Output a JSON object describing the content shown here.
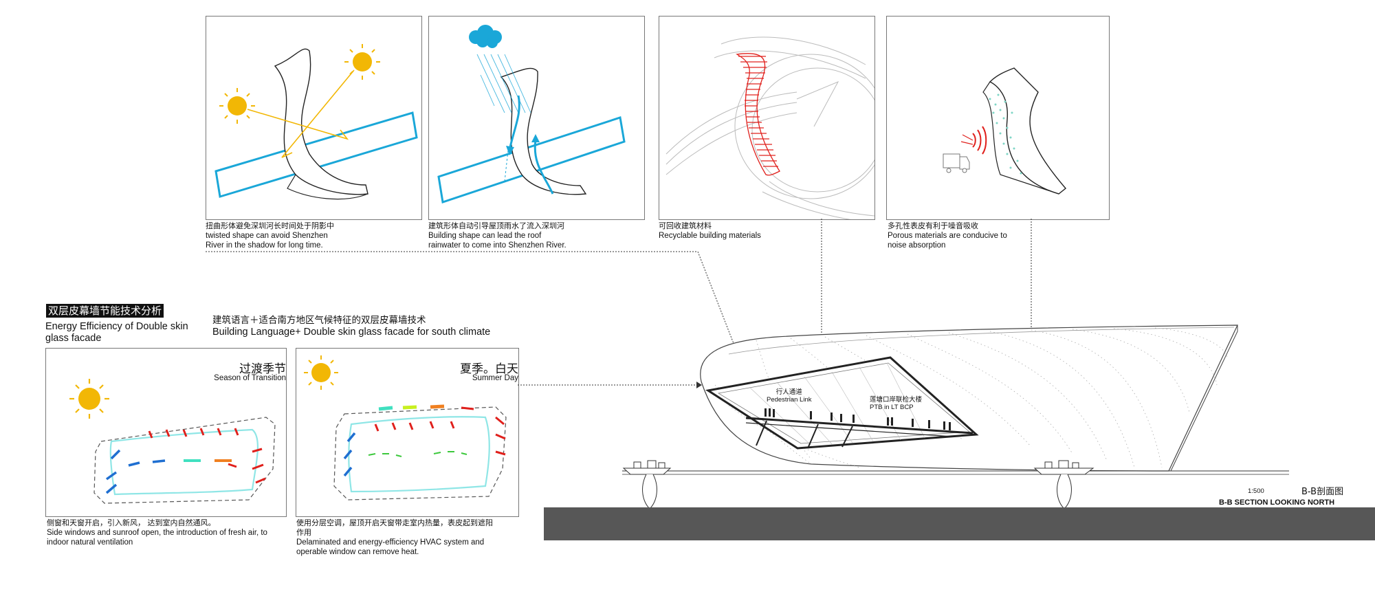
{
  "top_panels": [
    {
      "cn": "扭曲形体避免深圳河长时间处于阴影中",
      "en1": "twisted shape can avoid Shenzhen",
      "en2": "River in the shadow for long time."
    },
    {
      "cn": "建筑形体自动引导屋顶雨水了流入深圳河",
      "en1": "Building shape can lead the roof",
      "en2": "rainwater to come into Shenzhen River."
    },
    {
      "cn": "可回收建筑材料",
      "en1": "Recyclable building materials",
      "en2": ""
    },
    {
      "cn": "多孔性表皮有利于噪音吸收",
      "en1": "Porous materials are conducive to",
      "en2": "noise absorption"
    }
  ],
  "left_section": {
    "title_cn": "双层皮幕墙节能技术分析",
    "title_en1": "Energy Efficiency of Double skin",
    "title_en2": "glass facade",
    "subtitle_cn": "建筑语言＋适合南方地区气候特征的双层皮幕墙技术",
    "subtitle_en": "Building Language+ Double skin glass facade for south climate"
  },
  "season_panels": [
    {
      "cn": "过渡季节",
      "en": "Season of Transition",
      "cap_cn": "侧窗和天窗开启，引入新风， 达到室内自然通风。",
      "cap_en1": "Side windows and sunroof open, the introduction of fresh air, to",
      "cap_en2": "indoor natural ventilation",
      "cap_en3": ""
    },
    {
      "cn": "夏季。白天",
      "en": "Summer Day",
      "cap_cn": "使用分层空调，屋顶开启天窗带走室内热量，表皮起到遮阳",
      "cap_cn2": "作用",
      "cap_en1": "Delaminated and energy-efficiency HVAC system and",
      "cap_en2": "operable window can remove heat."
    }
  ],
  "section": {
    "label_pedestrian_cn": "行人通道",
    "label_pedestrian_en": "Pedestrian Link",
    "label_ptb_cn": "莲塘口岸联检大楼",
    "label_ptb_en": "PTB in LT BCP",
    "scale": "1:500",
    "title_cn": "B-B剖面图",
    "title_en": "B-B SECTION LOOKING NORTH"
  },
  "colors": {
    "sun": "#f2b705",
    "cyan": "#1aa7d8",
    "red": "#e0201c",
    "blue_arrow": "#1f6fd1",
    "ground": "#575757"
  }
}
